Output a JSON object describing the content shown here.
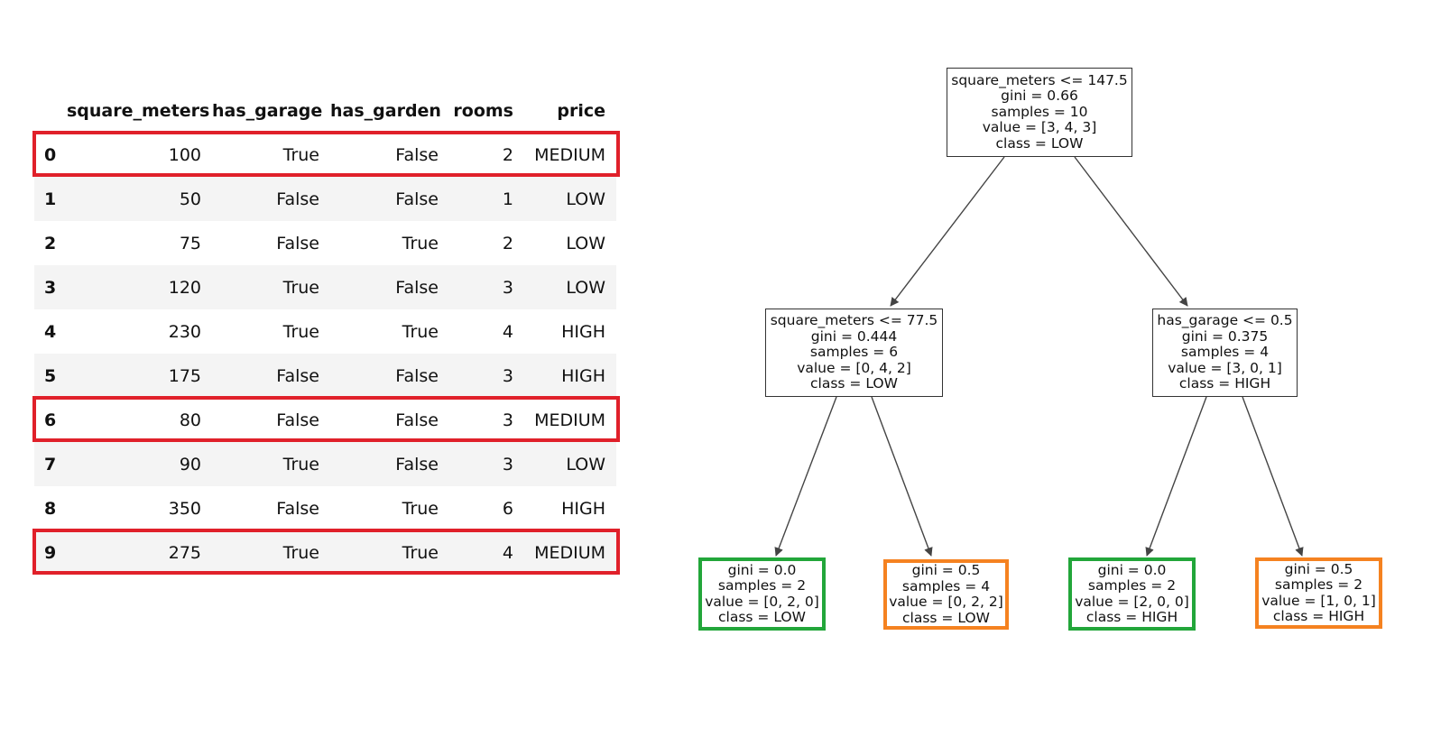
{
  "table": {
    "columns": [
      "",
      "square_meters",
      "has_garage",
      "has_garden",
      "rooms",
      "price"
    ],
    "rows": [
      {
        "index": "0",
        "square_meters": "100",
        "has_garage": "True",
        "has_garden": "False",
        "rooms": "2",
        "price": "MEDIUM",
        "highlighted": true
      },
      {
        "index": "1",
        "square_meters": "50",
        "has_garage": "False",
        "has_garden": "False",
        "rooms": "1",
        "price": "LOW",
        "highlighted": false
      },
      {
        "index": "2",
        "square_meters": "75",
        "has_garage": "False",
        "has_garden": "True",
        "rooms": "2",
        "price": "LOW",
        "highlighted": false
      },
      {
        "index": "3",
        "square_meters": "120",
        "has_garage": "True",
        "has_garden": "False",
        "rooms": "3",
        "price": "LOW",
        "highlighted": false
      },
      {
        "index": "4",
        "square_meters": "230",
        "has_garage": "True",
        "has_garden": "True",
        "rooms": "4",
        "price": "HIGH",
        "highlighted": false
      },
      {
        "index": "5",
        "square_meters": "175",
        "has_garage": "False",
        "has_garden": "False",
        "rooms": "3",
        "price": "HIGH",
        "highlighted": false
      },
      {
        "index": "6",
        "square_meters": "80",
        "has_garage": "False",
        "has_garden": "False",
        "rooms": "3",
        "price": "MEDIUM",
        "highlighted": true
      },
      {
        "index": "7",
        "square_meters": "90",
        "has_garage": "True",
        "has_garden": "False",
        "rooms": "3",
        "price": "LOW",
        "highlighted": false
      },
      {
        "index": "8",
        "square_meters": "350",
        "has_garage": "False",
        "has_garden": "True",
        "rooms": "6",
        "price": "HIGH",
        "highlighted": false
      },
      {
        "index": "9",
        "square_meters": "275",
        "has_garage": "True",
        "has_garden": "True",
        "rooms": "4",
        "price": "MEDIUM",
        "highlighted": true
      }
    ],
    "highlight_color": "#e0202a"
  },
  "tree": {
    "colors": {
      "edge": "#444444",
      "green": "#22a63a",
      "orange": "#f58220"
    },
    "nodes": [
      {
        "id": "root",
        "lines": [
          "square_meters <= 147.5",
          "gini = 0.66",
          "samples = 10",
          "value = [3, 4, 3]",
          "class = LOW"
        ]
      },
      {
        "id": "left",
        "lines": [
          "square_meters <= 77.5",
          "gini = 0.444",
          "samples = 6",
          "value = [0, 4, 2]",
          "class = LOW"
        ]
      },
      {
        "id": "right",
        "lines": [
          "has_garage <= 0.5",
          "gini = 0.375",
          "samples = 4",
          "value = [3, 0, 1]",
          "class = HIGH"
        ]
      },
      {
        "id": "ll",
        "highlight": "green",
        "lines": [
          "gini = 0.0",
          "samples = 2",
          "value = [0, 2, 0]",
          "class = LOW"
        ]
      },
      {
        "id": "lr",
        "highlight": "orange",
        "lines": [
          "gini = 0.5",
          "samples = 4",
          "value = [0, 2, 2]",
          "class = LOW"
        ]
      },
      {
        "id": "rl",
        "highlight": "green",
        "lines": [
          "gini = 0.0",
          "samples = 2",
          "value = [2, 0, 0]",
          "class = HIGH"
        ]
      },
      {
        "id": "rr",
        "highlight": "orange",
        "lines": [
          "gini = 0.5",
          "samples = 2",
          "value = [1, 0, 1]",
          "class = HIGH"
        ]
      }
    ],
    "edges": [
      {
        "from": "root",
        "to": "left"
      },
      {
        "from": "root",
        "to": "right"
      },
      {
        "from": "left",
        "to": "ll"
      },
      {
        "from": "left",
        "to": "lr"
      },
      {
        "from": "right",
        "to": "rl"
      },
      {
        "from": "right",
        "to": "rr"
      }
    ]
  }
}
